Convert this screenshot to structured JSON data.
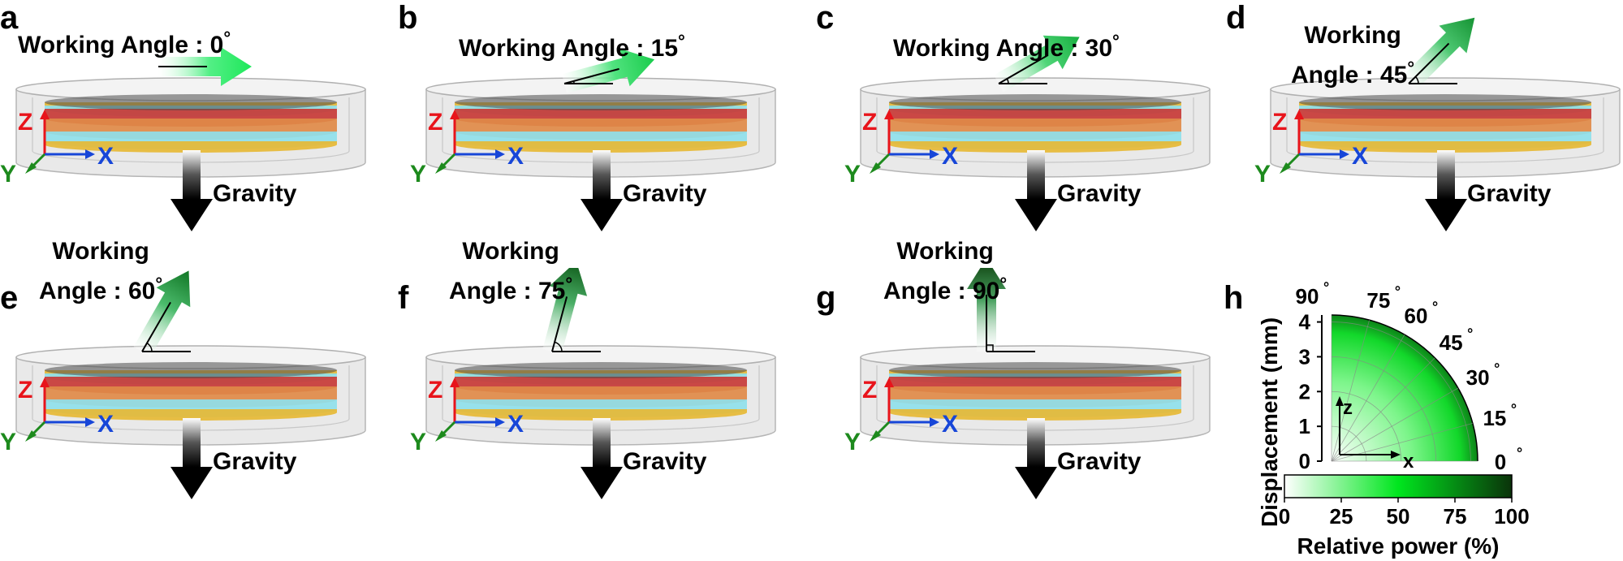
{
  "panels": [
    {
      "label": "a",
      "angle_text": "Working Angle : 0",
      "angle": 0,
      "layout": "oneline"
    },
    {
      "label": "b",
      "angle_text": "Working Angle : 15",
      "angle": 15,
      "layout": "oneline"
    },
    {
      "label": "c",
      "angle_text": "Working Angle : 30",
      "angle": 30,
      "layout": "oneline"
    },
    {
      "label": "d",
      "angle_line1": "Working",
      "angle_line2": "Angle : 45",
      "angle": 45,
      "layout": "twoline"
    },
    {
      "label": "e",
      "angle_line1": "Working",
      "angle_line2": "Angle : 60",
      "angle": 60,
      "layout": "twoline"
    },
    {
      "label": "f",
      "angle_line1": "Working",
      "angle_line2": "Angle : 75",
      "angle": 75,
      "layout": "twoline"
    },
    {
      "label": "g",
      "angle_line1": "Working",
      "angle_line2": "Angle : 90",
      "angle": 90,
      "layout": "twoline"
    }
  ],
  "degree_symbol": "°",
  "gravity_label": "Gravity",
  "axes": {
    "z": "Z",
    "x": "X",
    "y": "Y"
  },
  "colors": {
    "z_axis": "#e8141b",
    "x_axis": "#1746d8",
    "y_axis": "#1d8a1d",
    "arrow_light": "#7df5a8",
    "arrow_dark": "#0b3d0b",
    "electrode_red": "#c73a36",
    "core_orange": "#e08a48",
    "layer_cyan": "#8fe0ea",
    "layer_gold": "#e6b835"
  },
  "polar": {
    "label": "h",
    "ylabel": "Displacement (mm)",
    "yticks": [
      "0",
      "1",
      "2",
      "3",
      "4"
    ],
    "ylim": [
      0,
      4.2
    ],
    "angle_labels": [
      "90",
      "75",
      "60",
      "45",
      "30",
      "15",
      "0"
    ],
    "angles": [
      90,
      75,
      60,
      45,
      30,
      15,
      0
    ],
    "axis_z": "z",
    "axis_x": "x",
    "colorbar_ticks": [
      "0",
      "25",
      "50",
      "75",
      "100"
    ],
    "colorbar_label": "Relative power (%)",
    "colormap": [
      "#ffffff",
      "#00e61e",
      "#0a330a"
    ]
  }
}
